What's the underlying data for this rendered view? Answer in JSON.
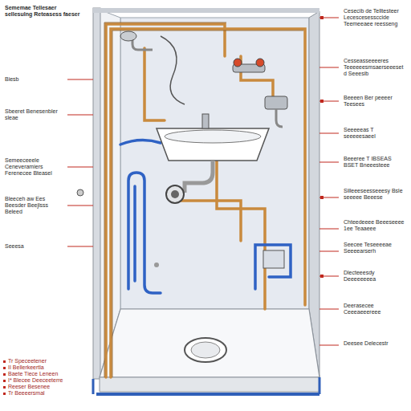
{
  "diagram": {
    "labels": [
      "Sememae Tellesaer sellesulng Reteasess faeser",
      "Biesb",
      "Sbeeret Benesenbler sleae",
      "Semeeceeele Ceneveramiers Ferenecee Bteasel",
      "Bleeceh aw Ees Beesder Beejlsss Beleed",
      "Seeesa",
      "Tr Speceetener",
      "II Bellerkeertla",
      "Baete Tiece Leneen",
      "I* Blecee Deeceeterre",
      "Reeser Besenee",
      "Tr Beeeersmal",
      "Cesecib de Telltesteer Lecescesessccide Teemeeaee reesseng",
      "Cesseasseeeeres Teeeeeesmsaerseeesetd Seeesib",
      "Beeeen Ber peeeer Teesees",
      "Seeeeeas T seeeeesaeel",
      "Beeeree T IBSEAS BSET Bneeesteee",
      "Silleeeseesseeesy Bsle seeeee Beeese",
      "Chteedeeee Beeeseeee 1ee Teaaeee",
      "Seecee Teseeeeae Seeeearserh",
      "Dlecteeesdy Deeeeeeeea",
      "Deerasecee Ceeeaeeereee",
      "Deesee Delecestr"
    ]
  }
}
